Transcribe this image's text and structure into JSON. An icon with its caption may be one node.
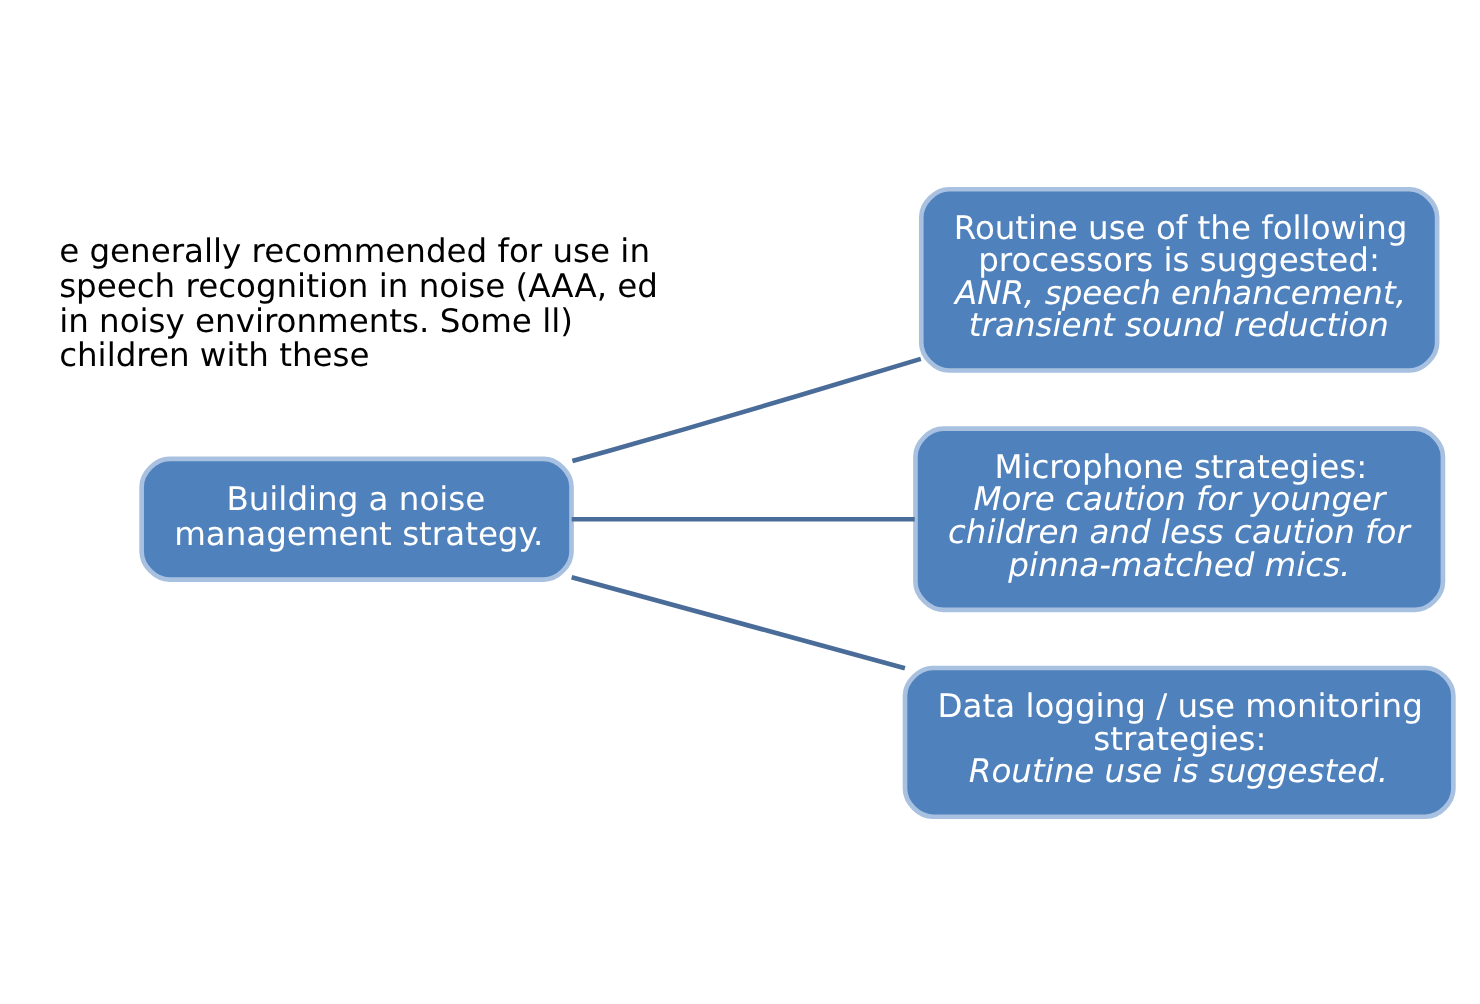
{
  "diagram": {
    "nodes": [
      {
        "text": [
          "Building a noise management strategy."
        ]
      },
      {
        "text": [
          "Routine use of the following processors is suggested:",
          "ANR, speech enhancement, transient sound reduction"
        ]
      },
      {
        "text": [
          "Microphone strategies:",
          "More caution for younger children and less caution for pinna-matched mics."
        ]
      },
      {
        "text": [
          "Data logging / use monitoring strategies:",
          "Routine use is suggested."
        ]
      }
    ],
    "edges": [
      {
        "from": 0,
        "to": 1,
        "arrow": "none"
      },
      {
        "from": 0,
        "to": 2,
        "arrow": "none"
      },
      {
        "from": 0,
        "to": 3,
        "arrow": "none"
      }
    ],
    "labels": [
      "e generally recommended for use in speech recognition in noise (AAA, ed in noisy environments. Some ll) children with these"
    ]
  }
}
